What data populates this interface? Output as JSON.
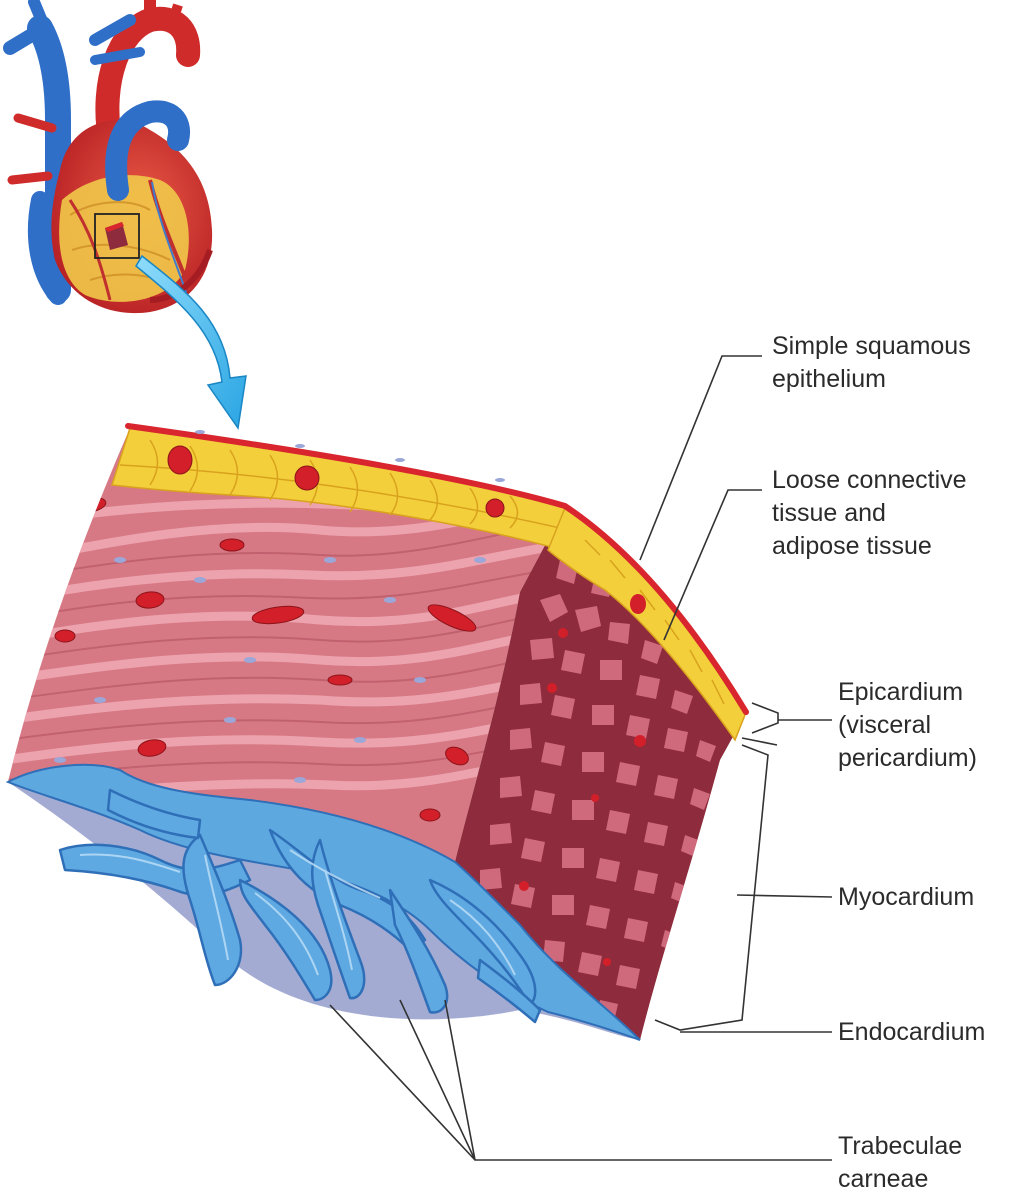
{
  "labels": {
    "simple_squamous": [
      "Simple squamous",
      "epithelium"
    ],
    "loose_connective": [
      "Loose connective",
      "tissue and",
      "adipose tissue"
    ],
    "epicardium": [
      "Epicardium",
      "(visceral",
      "pericardium)"
    ],
    "myocardium": [
      "Myocardium"
    ],
    "endocardium": [
      "Endocardium"
    ],
    "trabeculae": [
      "Trabeculae",
      "carneae"
    ]
  },
  "colors": {
    "epithelium": "#d8252e",
    "adipose": "#f3cf3b",
    "adipose_edge": "#d9a21d",
    "myocardium_face": "#d97a88",
    "myocardium_fiber": "#eaa1ab",
    "myocardium_cut": "#8e2b3c",
    "myocardium_cut_cells": "#cf6a7c",
    "endocardium": "#5ea8e0",
    "endocardium_dark": "#2f6fb8",
    "underside": "#9ea7cf",
    "heart_red": "#d9332f",
    "heart_blue": "#2f6fc8",
    "arrow": "#3fb7ea"
  },
  "icons": [
    "heart-icon",
    "zoom-arrow-icon"
  ]
}
